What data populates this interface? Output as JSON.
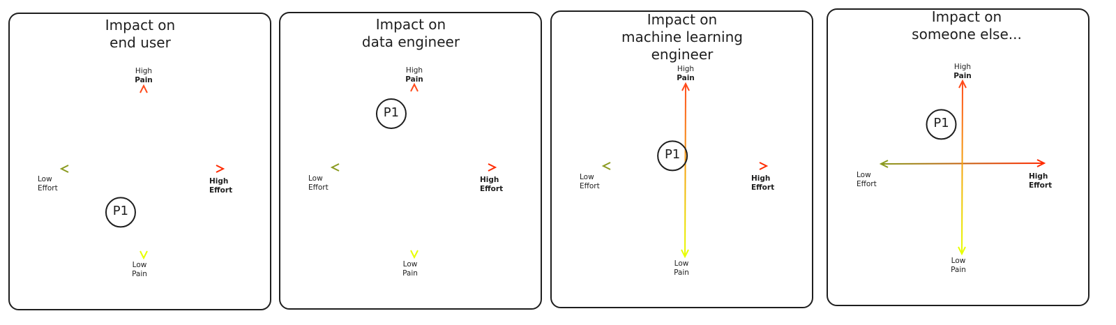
{
  "axis_labels": {
    "up_small": "High",
    "up_bold": "Pain",
    "down_1": "Low",
    "down_2": "Pain",
    "left_1": "Low",
    "left_2": "Effort",
    "right_1": "High",
    "right_2": "Effort"
  },
  "colors": {
    "frame": "#1e1e1e",
    "x_axis_left": "#8a9a1f",
    "x_axis_right": "#ff2a00",
    "y_axis_top": "#ff4a1a",
    "y_axis_bottom": "#e8ff00"
  },
  "panels": [
    {
      "title_lines": [
        "Impact on",
        "end user"
      ],
      "point": {
        "label": "P1",
        "effort": -0.28,
        "pain": -0.52
      }
    },
    {
      "title_lines": [
        "Impact on",
        "data engineer"
      ],
      "point": {
        "label": "P1",
        "effort": -0.28,
        "pain": 0.65
      }
    },
    {
      "title_lines": [
        "Impact on",
        "machine learning",
        "engineer"
      ],
      "point": {
        "label": "P1",
        "effort": -0.16,
        "pain": 0.13
      }
    },
    {
      "title_lines": [
        "Impact on",
        "someone else..."
      ],
      "point": {
        "label": "P1",
        "effort": -0.25,
        "pain": 0.48
      }
    }
  ]
}
